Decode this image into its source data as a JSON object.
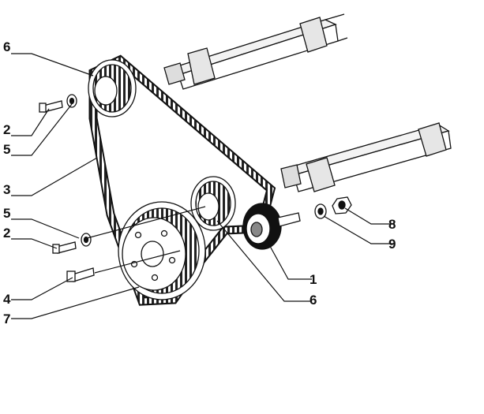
{
  "callouts": [
    {
      "id": "c6a",
      "label": "6"
    },
    {
      "id": "c2a",
      "label": "2"
    },
    {
      "id": "c5a",
      "label": "5"
    },
    {
      "id": "c3",
      "label": "3"
    },
    {
      "id": "c5b",
      "label": "5"
    },
    {
      "id": "c2b",
      "label": "2"
    },
    {
      "id": "c4",
      "label": "4"
    },
    {
      "id": "c7",
      "label": "7"
    },
    {
      "id": "c1",
      "label": "1"
    },
    {
      "id": "c6b",
      "label": "6"
    },
    {
      "id": "c8",
      "label": "8"
    },
    {
      "id": "c9",
      "label": "9"
    }
  ]
}
